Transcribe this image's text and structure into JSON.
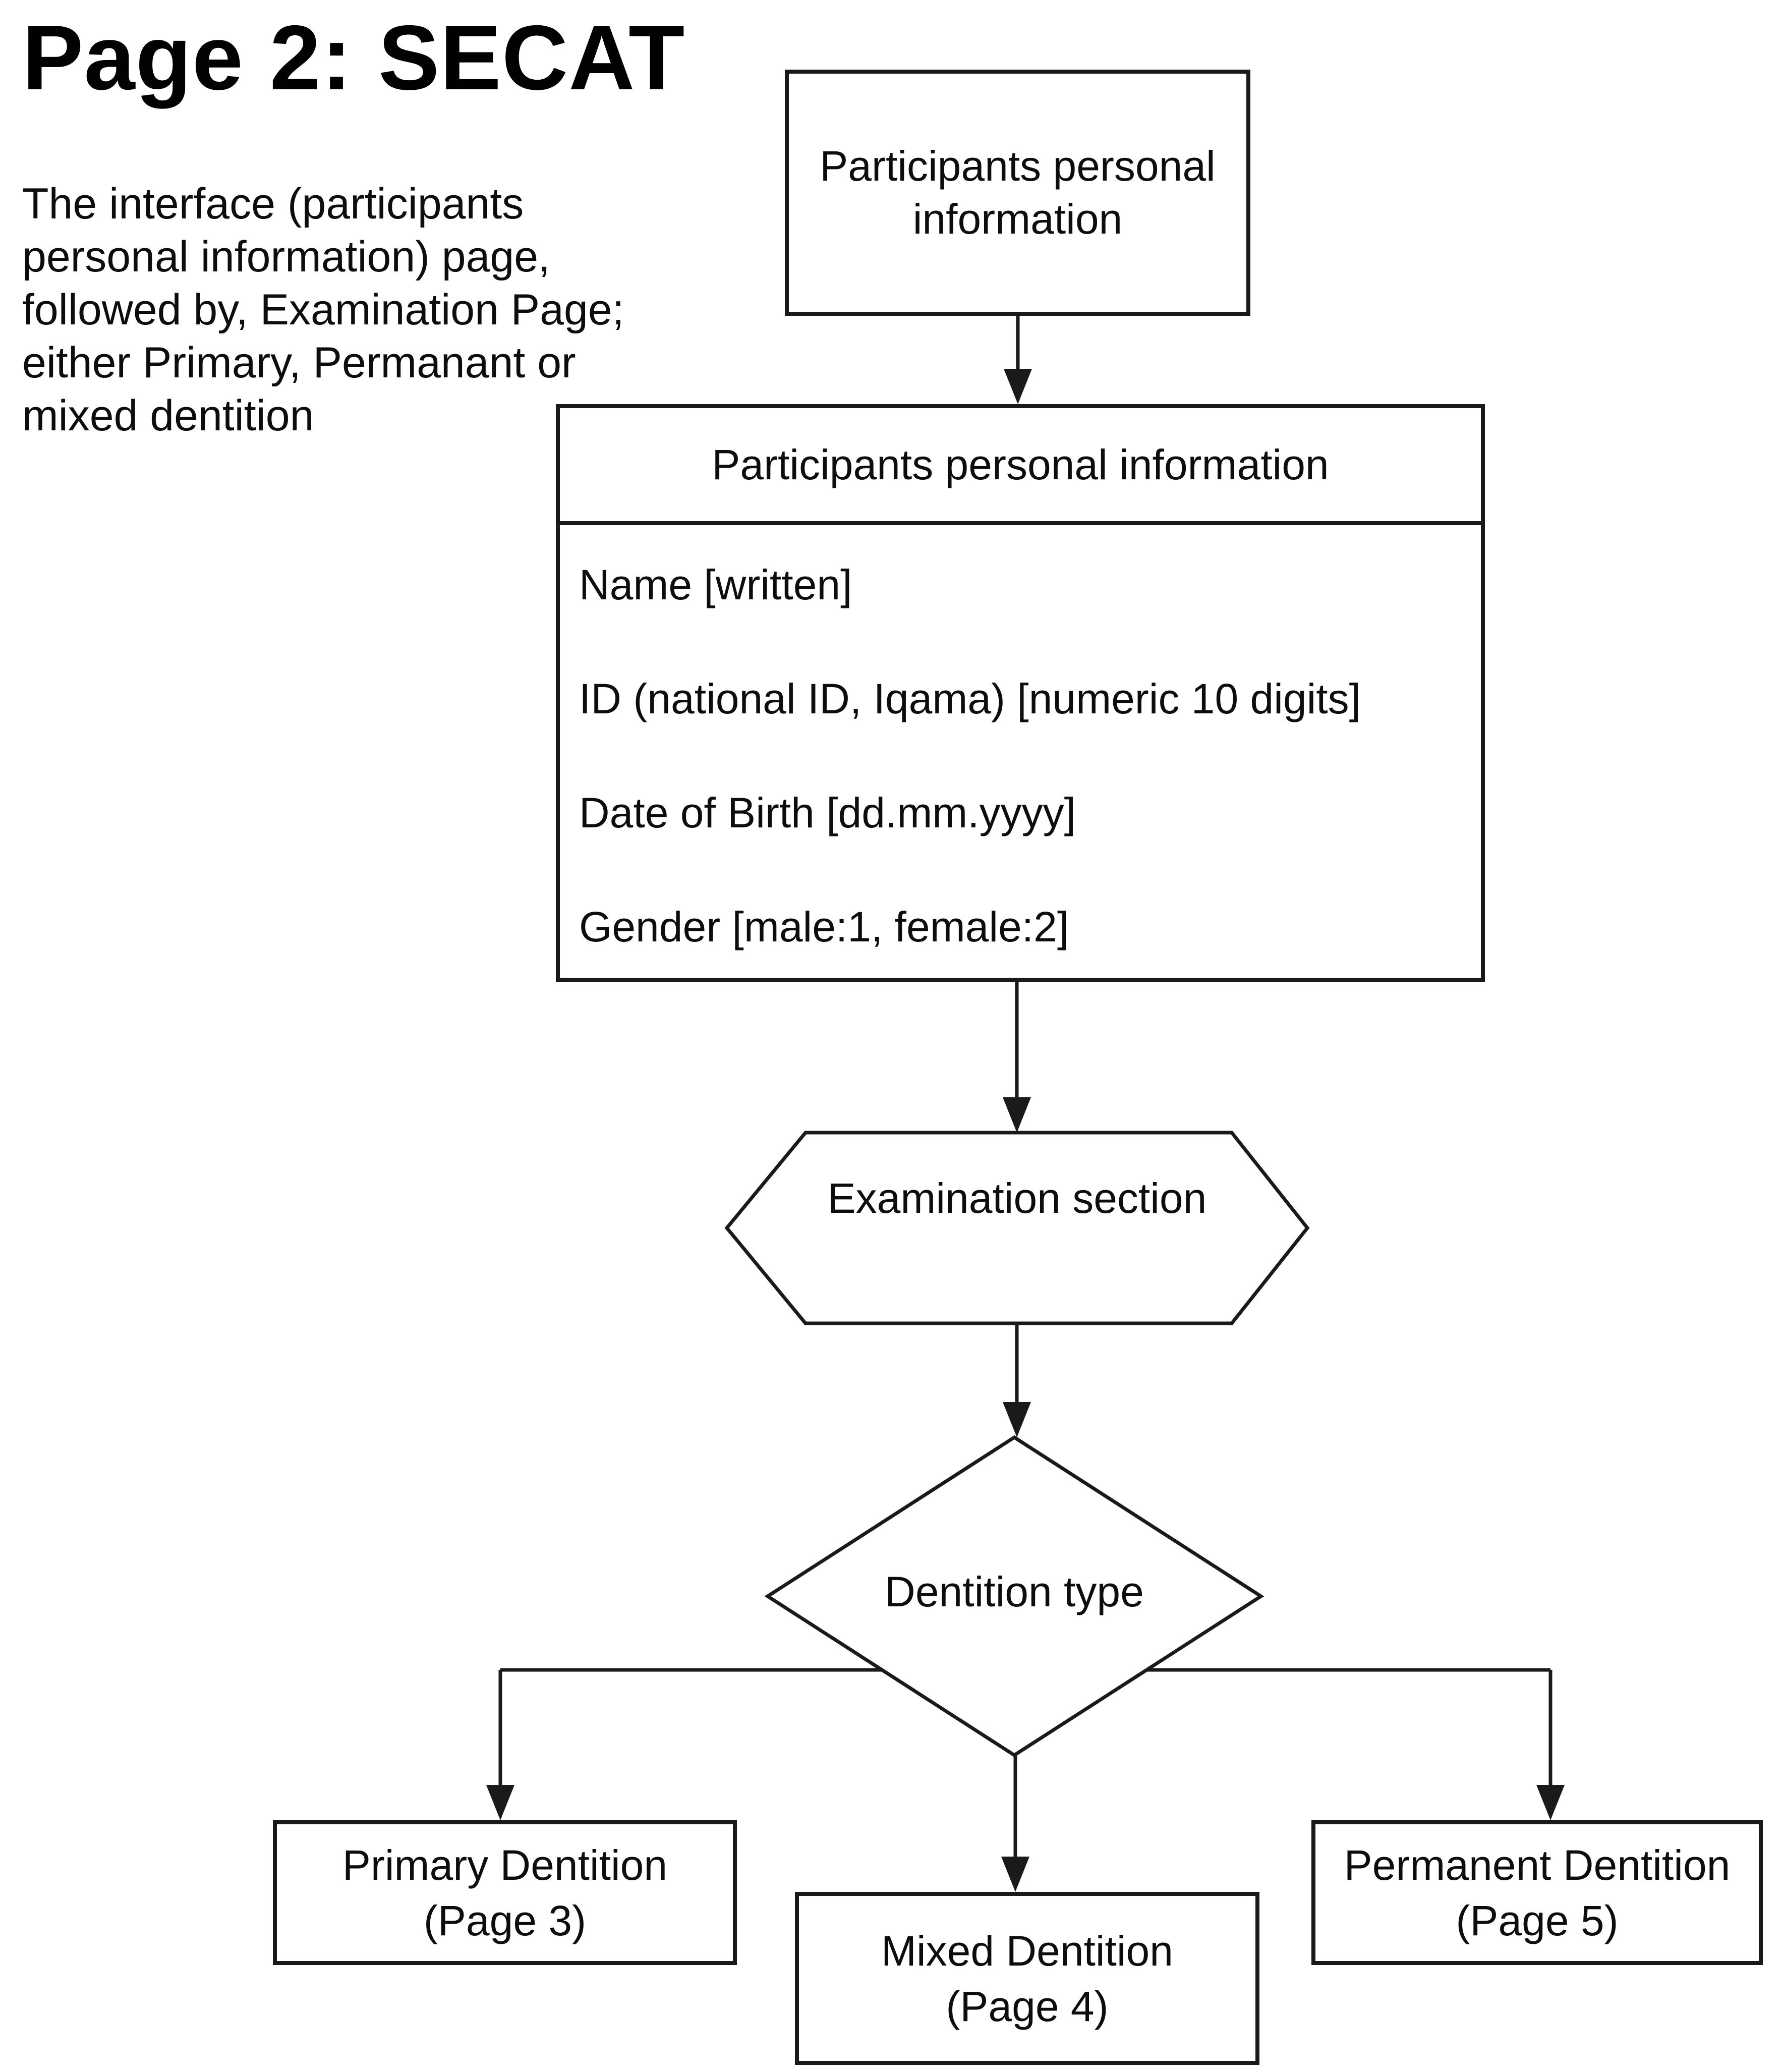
{
  "page": {
    "title": "Page 2: SECAT",
    "description": "The interface (participants\npersonal information) page,\nfollowed by, Examination Page;\neither Primary, Permanant or\nmixed dentition"
  },
  "flowchart": {
    "start_node": {
      "label": "Participants personal\ninformation"
    },
    "info_node": {
      "header": "Participants personal information",
      "fields": [
        "Name [written]",
        "ID (national ID, Iqama) [numeric 10 digits]",
        "Date of Birth [dd.mm.yyyy]",
        "Gender [male:1, female:2]"
      ]
    },
    "exam_node": {
      "label": "Examination section"
    },
    "decision_node": {
      "label": "Dentition type"
    },
    "branches": [
      {
        "label": "Primary Dentition\n(Page 3)"
      },
      {
        "label": "Mixed Dentition\n(Page 4)"
      },
      {
        "label": "Permanent Dentition\n(Page 5)"
      }
    ]
  },
  "colors": {
    "line": "#1a1a1a",
    "text": "#000000",
    "background": "#ffffff"
  }
}
